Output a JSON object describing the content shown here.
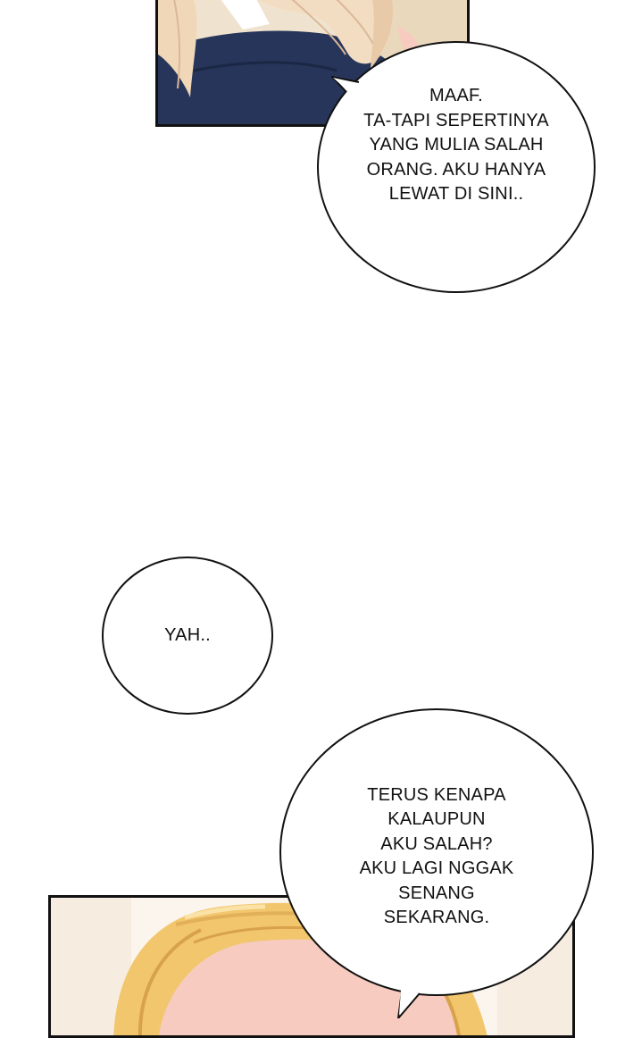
{
  "bubbles": {
    "first": "MAAF.\nTA-TAPI SEPERTINYA\nYANG MULIA SALAH\nORANG. AKU HANYA\nLEWAT DI SINI..",
    "second": "YAH..",
    "third": "TERUS KENAPA\nKALAUPUN\nAKU SALAH?\nAKU LAGI NGGAK\nSENANG\nSEKARANG."
  },
  "colors": {
    "panel_border": "#111111",
    "blonde_hair": "#f2c66d",
    "pale_hair": "#f0d7b8",
    "navy_clothing": "#27355a",
    "skin": "#f7cbbf"
  },
  "icons": {
    "top_panel": "character-hair-and-shoulder-art",
    "bottom_panel": "character-blonde-head-art"
  }
}
